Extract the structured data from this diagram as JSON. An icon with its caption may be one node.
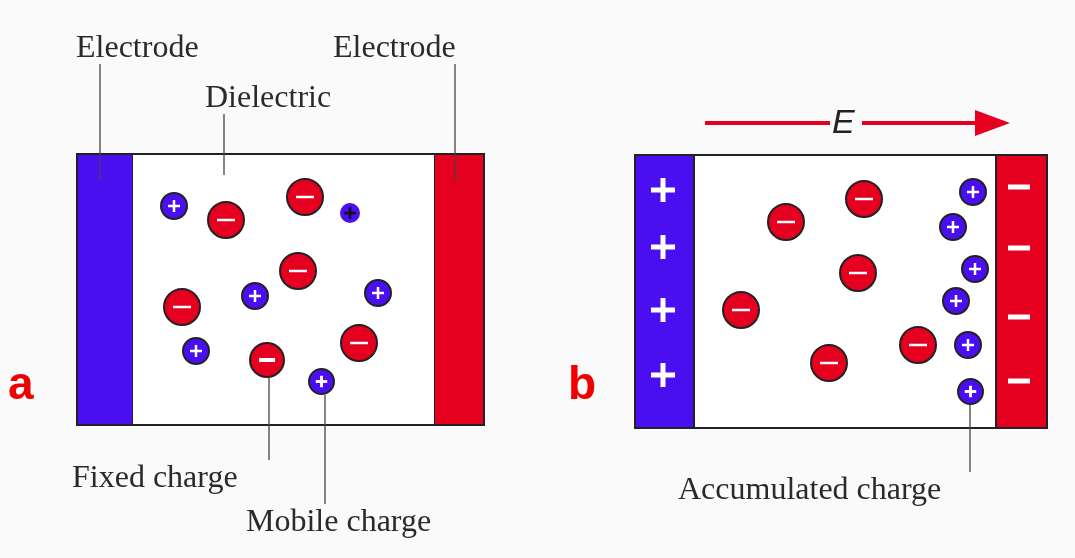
{
  "diagram": {
    "nodes": [
      {
        "text": [
          "Electrode"
        ]
      },
      {
        "text": [
          "Electrode"
        ]
      },
      {
        "text": [
          "Dielectric"
        ]
      },
      {
        "text": [],
        "shape": "bar"
      },
      {
        "text": [],
        "shape": "bar"
      },
      {
        "text": [],
        "shape": "box"
      },
      {
        "text": [],
        "shape": "circle",
        "in": 5
      },
      {
        "text": [],
        "shape": "circle",
        "in": 5
      },
      {
        "text": [
          "Fixed charge"
        ]
      },
      {
        "text": [
          "Mobile charge"
        ]
      },
      {
        "text": [],
        "shape": "circle"
      },
      {
        "text": [
          "Accumulated charge"
        ]
      }
    ],
    "edges": [
      {
        "from": 0,
        "to": 3,
        "arrow": "none"
      },
      {
        "from": 1,
        "to": 4,
        "arrow": "none"
      },
      {
        "from": 2,
        "to": 5,
        "arrow": "none"
      },
      {
        "from": 8,
        "to": 6,
        "arrow": "none"
      },
      {
        "from": 9,
        "to": 7,
        "arrow": "none"
      },
      {
        "from": 11,
        "to": 10,
        "arrow": "none"
      }
    ],
    "labels": [
      "E",
      "a",
      "b"
    ]
  }
}
